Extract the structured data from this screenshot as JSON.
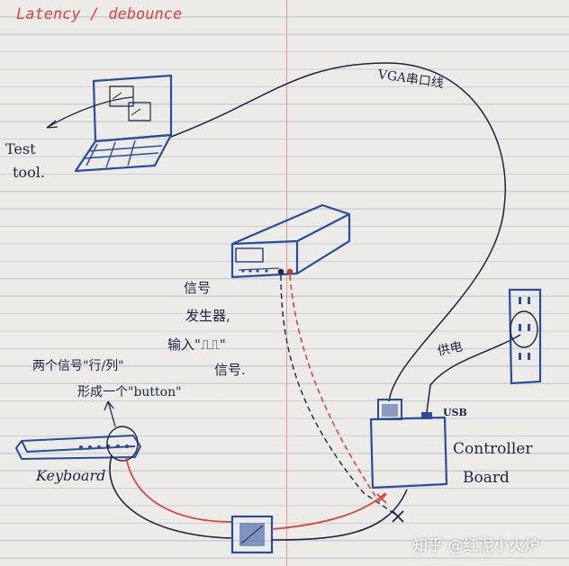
{
  "title": "Latency / debounce",
  "labels": {
    "test_tool_line1": "Test",
    "test_tool_line2": "tool.",
    "vga_cable": "VGA串口线",
    "generator_line1": "信号",
    "generator_line2": "发生器,",
    "generator_line3": "输入\"⎍⎍\"",
    "generator_line4": "信号.",
    "two_signals_line1": "两个信号\"行/列\"",
    "two_signals_line2": "形成一个\"button\"",
    "keyboard": "Keyboard",
    "controller_line1": "Controller",
    "controller_line2": "Board",
    "power_supply": "供电",
    "usb": "USB"
  },
  "watermark": "知乎 @红泥小火炉",
  "colors": {
    "ink": "#1c2440",
    "blue_pen": "#2a4c9c",
    "red_pen": "#d8453e",
    "paper": "#ecebe7"
  },
  "icons": [
    "laptop-icon",
    "signal-generator-icon",
    "keyboard-icon",
    "controller-board-icon",
    "wall-outlet-icon",
    "connector-box-icon"
  ]
}
